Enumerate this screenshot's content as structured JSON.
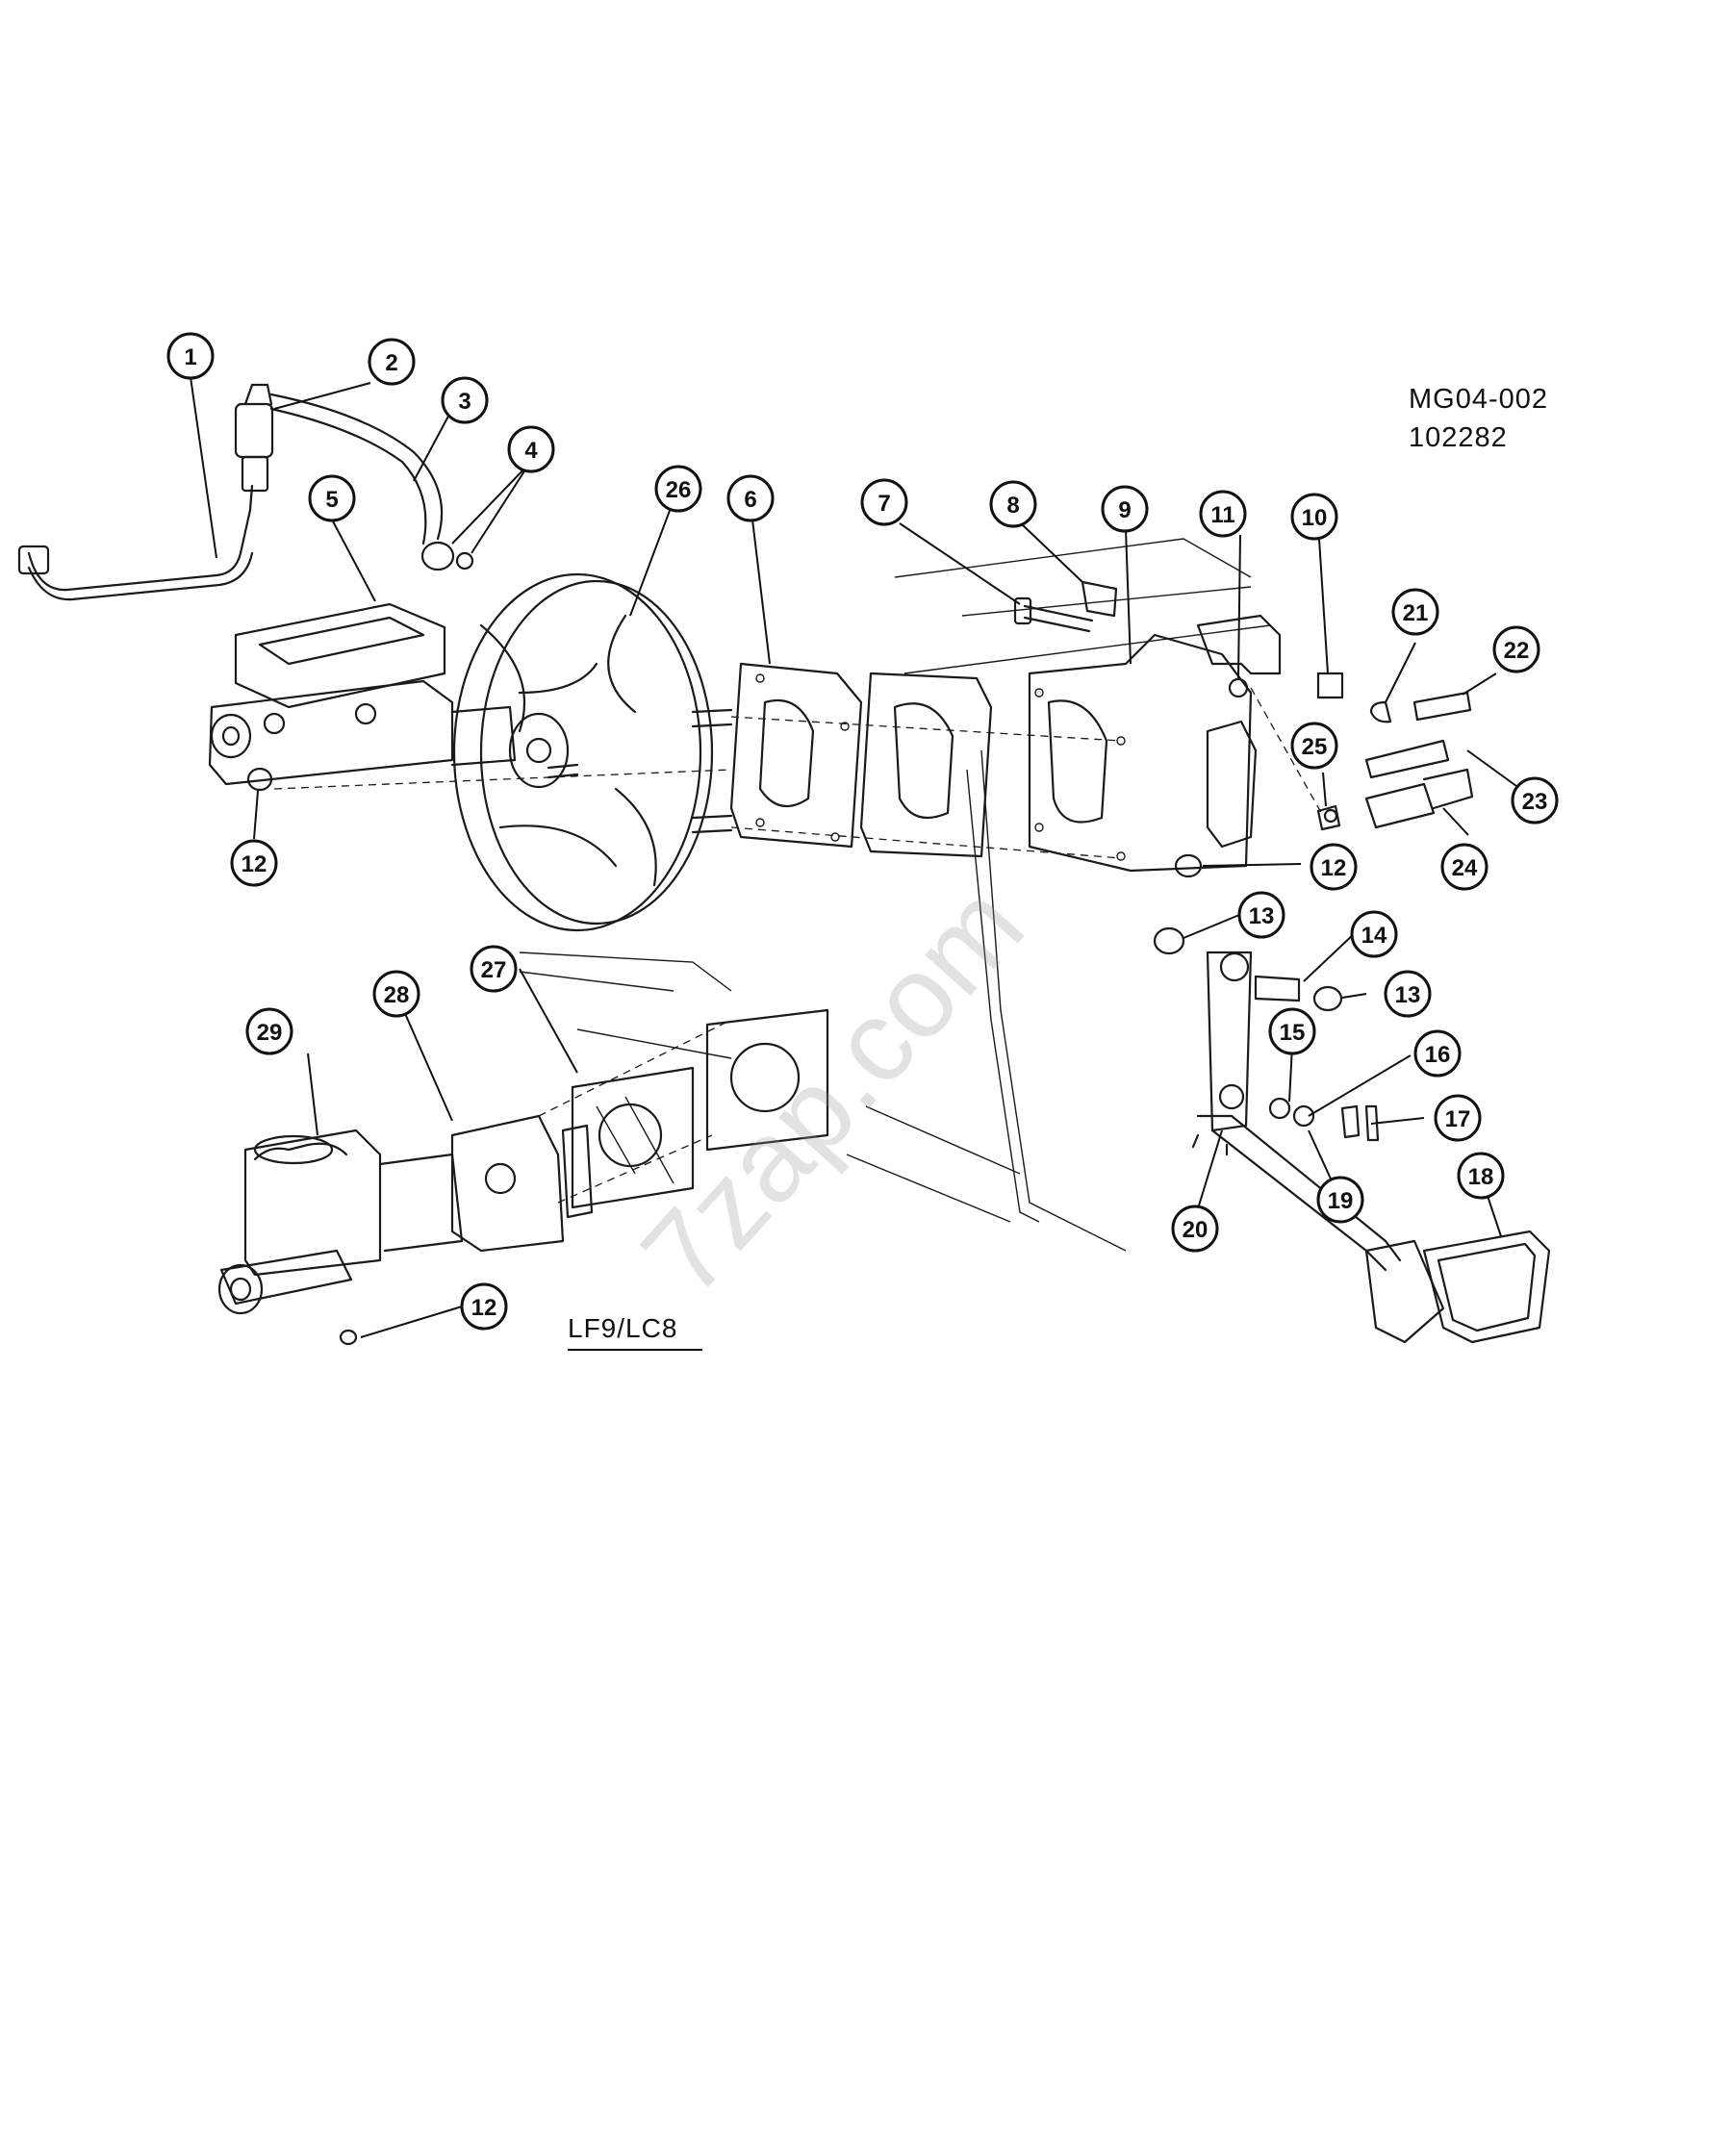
{
  "drawing": {
    "code": "MG04-002",
    "date": "102282",
    "variant_label": "LF9/LC8",
    "watermark": "7zap.com"
  },
  "callouts": [
    {
      "number": "1"
    },
    {
      "number": "2"
    },
    {
      "number": "3"
    },
    {
      "number": "4"
    },
    {
      "number": "5"
    },
    {
      "number": "26"
    },
    {
      "number": "6"
    },
    {
      "number": "7"
    },
    {
      "number": "8"
    },
    {
      "number": "9"
    },
    {
      "number": "11"
    },
    {
      "number": "10"
    },
    {
      "number": "21"
    },
    {
      "number": "22"
    },
    {
      "number": "25"
    },
    {
      "number": "23"
    },
    {
      "number": "24"
    },
    {
      "number": "12"
    },
    {
      "number": "12"
    },
    {
      "number": "13"
    },
    {
      "number": "14"
    },
    {
      "number": "13"
    },
    {
      "number": "15"
    },
    {
      "number": "16"
    },
    {
      "number": "17"
    },
    {
      "number": "19"
    },
    {
      "number": "18"
    },
    {
      "number": "20"
    },
    {
      "number": "29"
    },
    {
      "number": "28"
    },
    {
      "number": "27"
    },
    {
      "number": "12"
    }
  ]
}
